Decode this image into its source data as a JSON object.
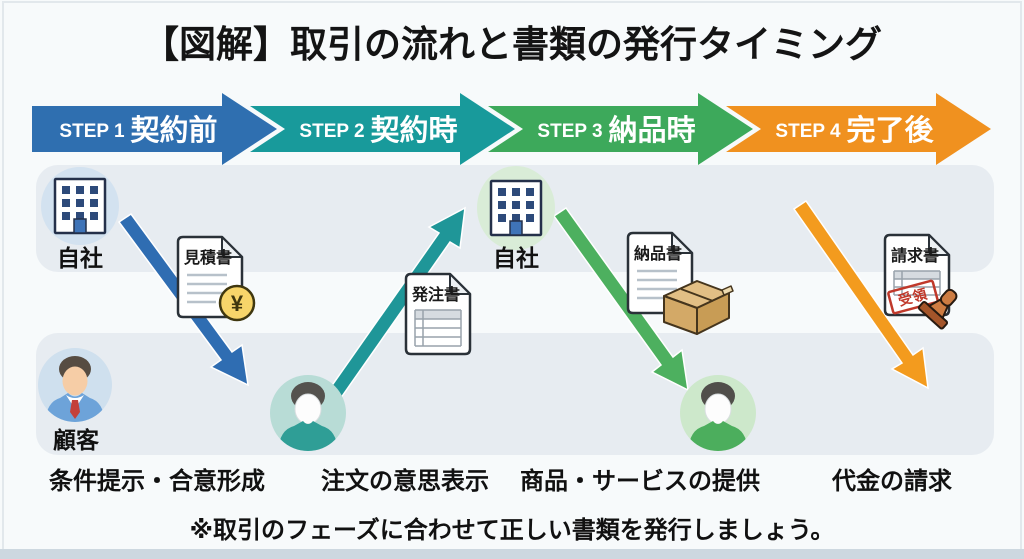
{
  "title": "【図解】取引の流れと書類の発行タイミング",
  "steps": [
    {
      "step": "STEP 1",
      "phase": "契約前",
      "color": "#2f6fb0"
    },
    {
      "step": "STEP 2",
      "phase": "契約時",
      "color": "#189a9b"
    },
    {
      "step": "STEP 3",
      "phase": "納品時",
      "color": "#3da95b"
    },
    {
      "step": "STEP 4",
      "phase": "完了後",
      "color": "#f0911f"
    }
  ],
  "actors": {
    "company_step1": "自社",
    "company_step3": "自社",
    "customer": "顧客"
  },
  "documents": {
    "quotation": "見積書",
    "purchase_order": "発注書",
    "delivery_note": "納品書",
    "invoice": "請求書"
  },
  "symbols": {
    "yen": "¥",
    "stamp": "受領"
  },
  "flows": [
    {
      "from": "自社",
      "to": "顧客",
      "document": "見積書",
      "direction": "down",
      "color": "#2f6db2"
    },
    {
      "from": "顧客",
      "to": "自社",
      "document": "発注書",
      "direction": "up",
      "color": "#1f9698"
    },
    {
      "from": "自社",
      "to": "顧客",
      "document": "納品書",
      "direction": "down",
      "color": "#4db05f"
    },
    {
      "from": "自社",
      "to": "顧客",
      "document": "請求書",
      "direction": "down",
      "color": "#f39b1e"
    }
  ],
  "actions": [
    "条件提示・合意形成",
    "注文の意思表示",
    "商品・サービスの提供",
    "代金の請求"
  ],
  "footnote": "※取引のフェーズに合わせて正しい書類を発行しましょう。"
}
